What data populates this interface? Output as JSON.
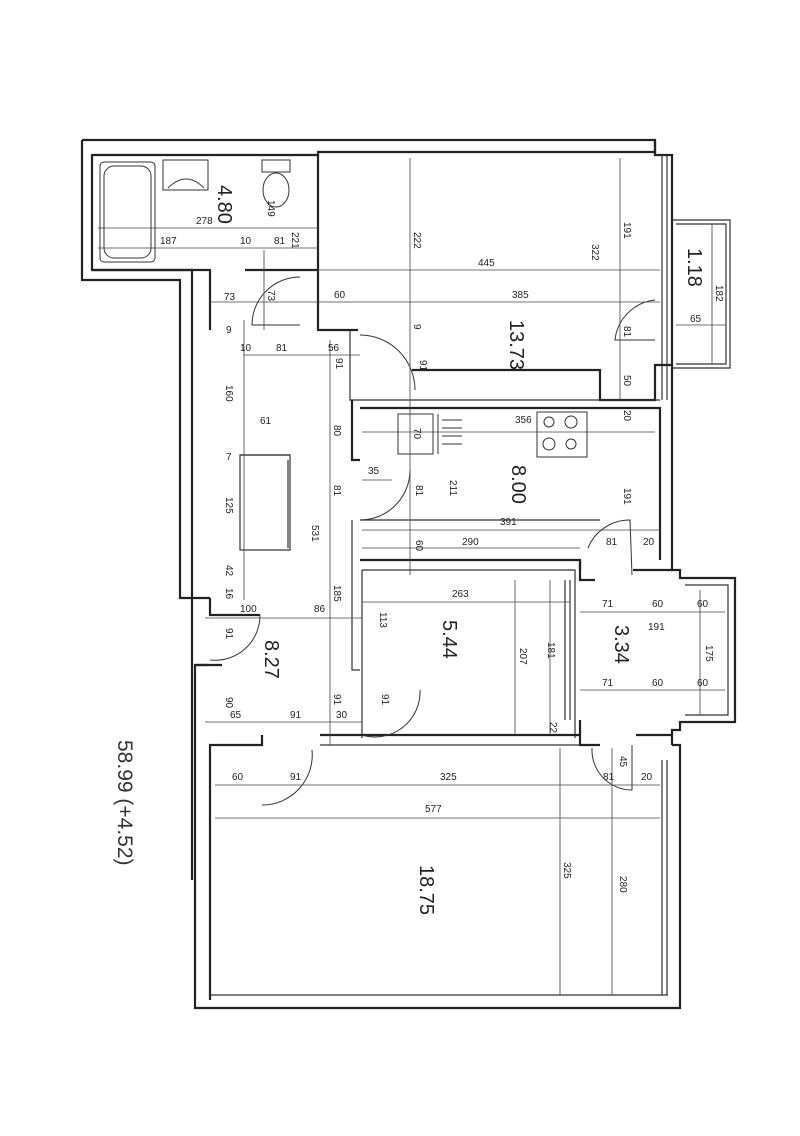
{
  "total_area": "58.99 (+4.52)",
  "rooms": {
    "bathroom": "4.80",
    "room_top": "13.73",
    "balcony_small": "1.18",
    "kitchen": "8.00",
    "room_mid": "5.44",
    "loggia": "3.34",
    "hall": "8.27",
    "room_bottom": "18.75"
  },
  "dimensions": {
    "d278": "278",
    "d187": "187",
    "d10a": "10",
    "d81a": "81",
    "d221": "221",
    "d149": "149",
    "d222": "222",
    "d445": "445",
    "d322": "322",
    "d191a": "191",
    "d182": "182",
    "d60a": "60",
    "d385": "385",
    "d65a": "65",
    "d73a": "73",
    "d73b": "73",
    "d9a": "9",
    "d9b": "9",
    "d81b": "81",
    "d10b": "10",
    "d81c": "81",
    "d56": "56",
    "d91a": "91",
    "d91b": "91",
    "d50": "50",
    "d160": "160",
    "d61": "61",
    "d80": "80",
    "d356": "356",
    "d70": "70",
    "d20a": "20",
    "d7": "7",
    "d35": "35",
    "d81d": "81",
    "d81e": "81",
    "d211": "211",
    "d191b": "191",
    "d125": "125",
    "d391": "391",
    "d531": "531",
    "d60b": "60",
    "d290": "290",
    "d81f": "81",
    "d20b": "20",
    "d42": "42",
    "d16": "16",
    "d263": "263",
    "d185": "185",
    "d100": "100",
    "d86": "86",
    "d71a": "71",
    "d60c": "60",
    "d60d": "60",
    "d113": "113",
    "d191c": "191",
    "d91c": "91",
    "d207": "207",
    "d181": "181",
    "d175": "175",
    "d71b": "71",
    "d60e": "60",
    "d60f": "60",
    "d90": "90",
    "d65b": "65",
    "d91d": "91",
    "d30": "30",
    "d91e": "91",
    "d91f": "91",
    "d22": "22",
    "d60g": "60",
    "d91g": "91",
    "d325a": "325",
    "d81g": "81",
    "d45": "45",
    "d20c": "20",
    "d577": "577",
    "d325b": "325",
    "d280": "280"
  }
}
